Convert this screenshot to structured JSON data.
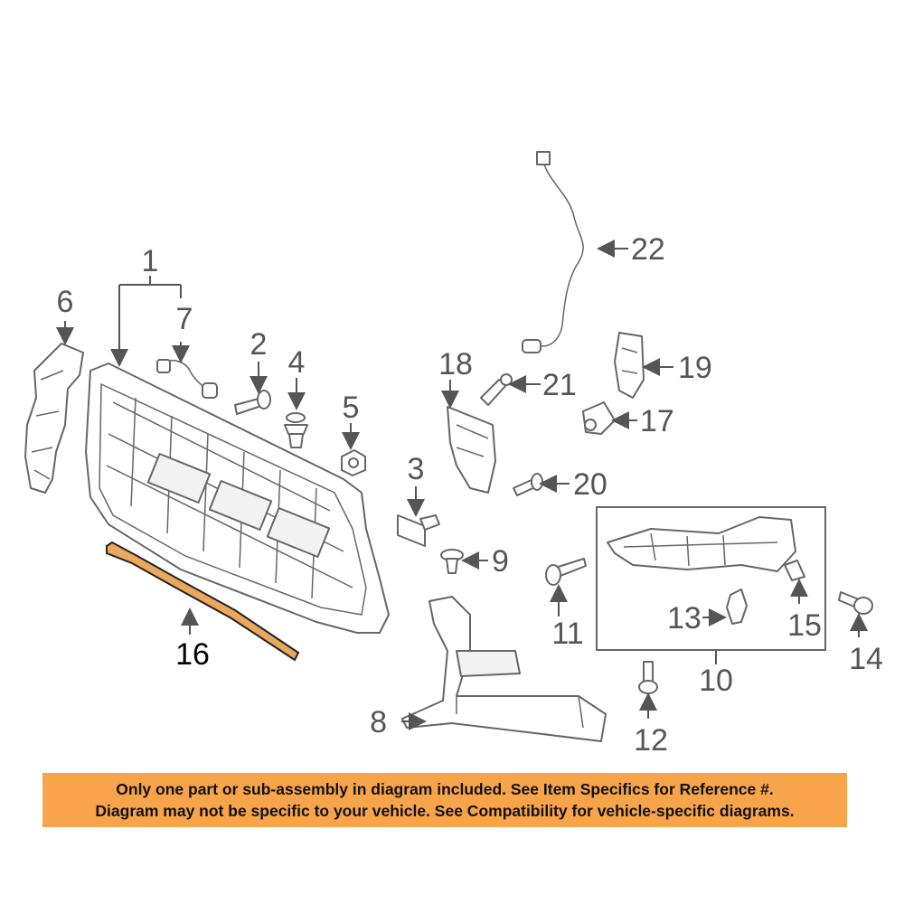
{
  "callouts": {
    "c1": "1",
    "c2": "2",
    "c3": "3",
    "c4": "4",
    "c5": "5",
    "c6": "6",
    "c7": "7",
    "c8": "8",
    "c9": "9",
    "c10": "10",
    "c11": "11",
    "c12": "12",
    "c13": "13",
    "c14": "14",
    "c15": "15",
    "c16": "16",
    "c17": "17",
    "c18": "18",
    "c19": "19",
    "c20": "20",
    "c21": "21",
    "c22": "22"
  },
  "notice": {
    "line1": "Only one part or sub-assembly in diagram included. See Item Specifics for Reference #.",
    "line2": "Diagram may not be specific to your vehicle. See Compatibility for vehicle-specific diagrams."
  },
  "colors": {
    "highlight": "#e9a85c",
    "notice_bg": "#f7a44a",
    "line": "#555555"
  }
}
